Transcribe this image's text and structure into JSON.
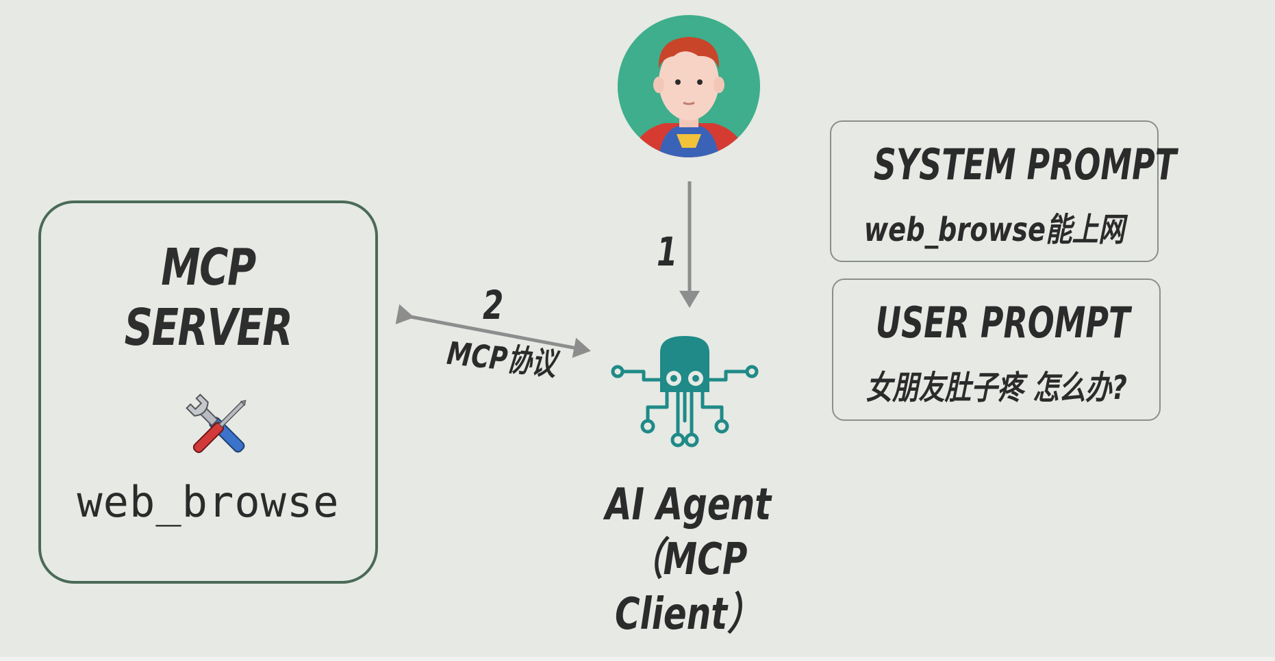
{
  "server": {
    "title_line1": "MCP",
    "title_line2": "SERVER",
    "tool_name": "web_browse",
    "tool_icon": "screwdriver-wrench-icon"
  },
  "arrows": {
    "step1_label": "1",
    "step2_label": "2",
    "protocol_label": "MCP协议"
  },
  "user": {
    "avatar_icon": "superhero-avatar-icon"
  },
  "agent": {
    "icon": "octopus-agent-icon",
    "name": "AI Agent",
    "role": "（MCP Client）"
  },
  "prompts": {
    "system": {
      "title": "SYSTEM PROMPT",
      "text": "web_browse能上网"
    },
    "user": {
      "title": "USER PROMPT",
      "text": "女朋友肚子疼 怎么办?"
    }
  },
  "colors": {
    "background": "#e6e9e4",
    "server_border": "#4a6a56",
    "agent_teal": "#1f8a88",
    "arrow_gray": "#8d8d8d",
    "avatar_bg": "#3eae8c"
  }
}
